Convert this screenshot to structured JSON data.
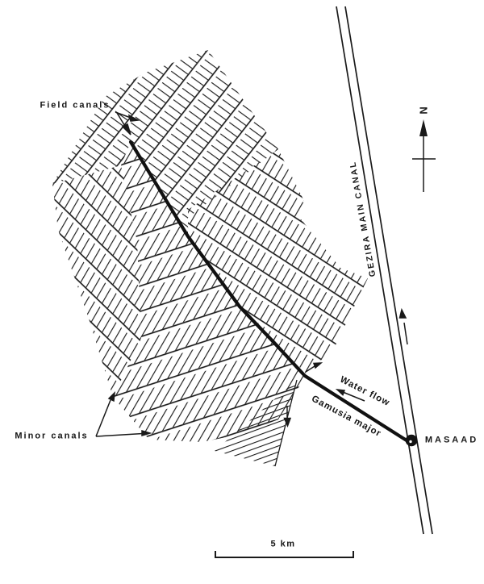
{
  "figure": {
    "type": "irrigation-scheme-map",
    "background": "#ffffff",
    "ink": "#1a1a1a"
  },
  "labels": {
    "field_canals": "Field canals",
    "minor_canals": "Minor canals",
    "main_canal": "GEZIRA MAIN CANAL",
    "settlement": "MASAAD",
    "water_flow": "Water flow",
    "major_canal": "Gamusia major",
    "north": "N",
    "scale": "5 km"
  }
}
